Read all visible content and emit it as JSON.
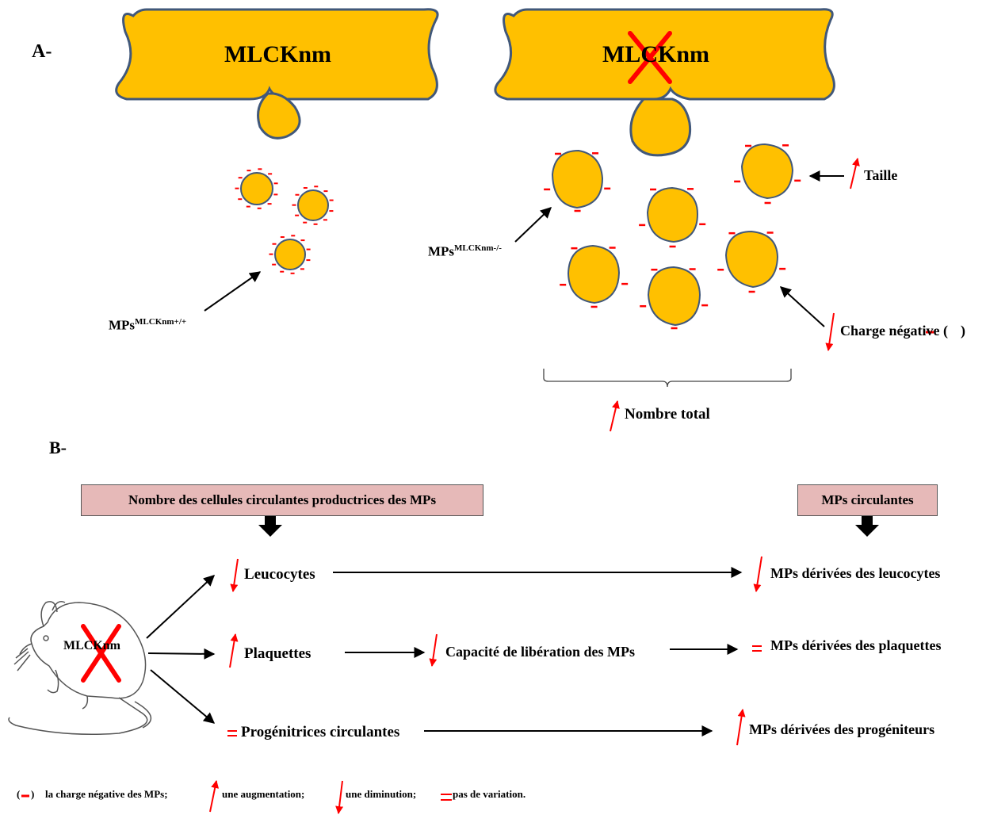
{
  "panel_a": {
    "label": "A-",
    "cell_left_label": "MLCKnm",
    "cell_right_label": "MLCKnm",
    "mps_wt_label": "MPs",
    "mps_wt_sup": "MLCKnm+/+",
    "mps_ko_label": "MPs",
    "mps_ko_sup": "MLCKnm-/-",
    "size_label": "Taille",
    "charge_label": "Charge négative (",
    "charge_close": ")",
    "total_label": "Nombre total"
  },
  "panel_b": {
    "label": "B-",
    "box_left": "Nombre des cellules circulantes productrices des MPs",
    "box_right": "MPs circulantes",
    "mouse_label": "MLCKnm",
    "rows": [
      {
        "cell": "Leucocytes",
        "mps": "MPs dérivées des leucocytes"
      },
      {
        "cell": "Plaquettes",
        "middle": "Capacité de libération des MPs",
        "mps": "MPs dérivées des plaquettes"
      },
      {
        "cell": "Progénitrices circulantes",
        "mps": "MPs dérivées des progéniteurs"
      }
    ]
  },
  "legend": {
    "open_paren": "(",
    "close_paren": ")",
    "charge_text": "la charge négative des MPs;",
    "increase_text": "une augmentation;",
    "decrease_text": "une diminution;",
    "equal_text": "pas de variation."
  },
  "colors": {
    "cell_fill": "#ffc000",
    "cell_stroke": "#41587a",
    "red": "#ff0000",
    "box_fill": "#e6b9b8"
  }
}
